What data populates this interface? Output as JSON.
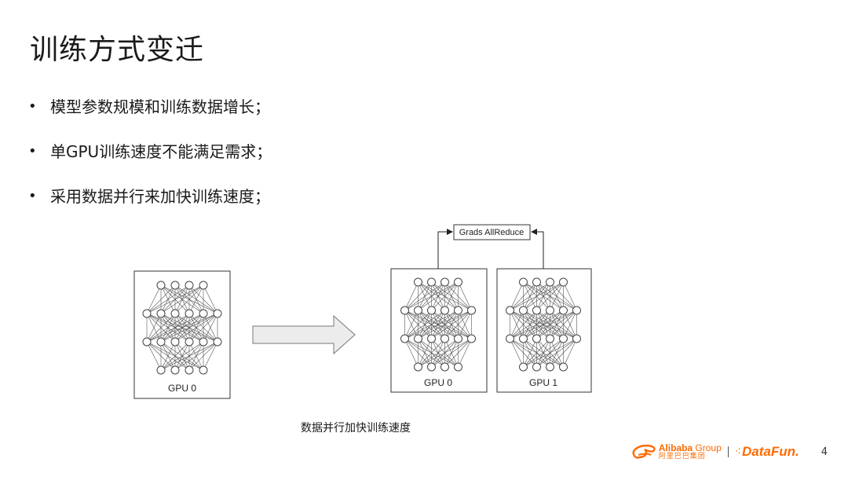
{
  "slide": {
    "title": "训练方式变迁",
    "bullets": [
      "模型参数规模和训练数据增长；",
      "单GPU训练速度不能满足需求；",
      "采用数据并行来加快训练速度；"
    ],
    "diagram": {
      "single_gpu_label": "GPU 0",
      "parallel_gpu_labels": [
        "GPU 0",
        "GPU 1"
      ],
      "allreduce_label": "Grads AllReduce",
      "caption": "数据并行加快训练速度"
    },
    "page_number": "4"
  },
  "footer": {
    "alibaba_name": "Alibaba",
    "alibaba_group": "Group",
    "alibaba_cn": "阿里巴巴集团",
    "datafun": "DataFun."
  },
  "colors": {
    "brand_orange": "#ff6a00",
    "text": "#1a1a1a",
    "arrow_fill": "#ececec"
  }
}
